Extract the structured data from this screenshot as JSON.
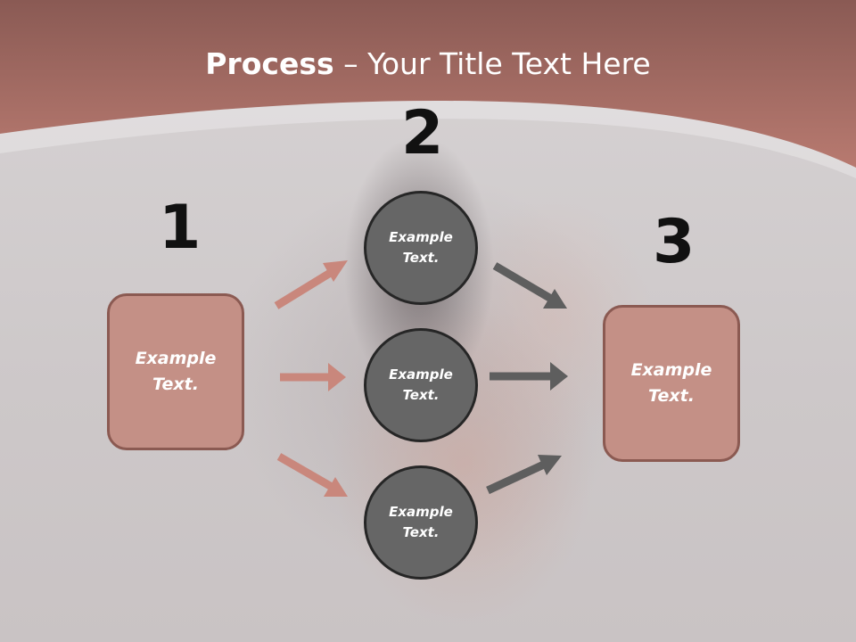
{
  "title": {
    "bold": "Process",
    "separator": " – ",
    "rest": "Your Title Text Here"
  },
  "steps": [
    {
      "number": "1",
      "text": "Example\nText."
    },
    {
      "number": "2",
      "items": [
        "Example\nText.",
        "Example\nText.",
        "Example\nText."
      ]
    },
    {
      "number": "3",
      "text": "Example\nText."
    }
  ],
  "colors": {
    "header": "#b07369",
    "box_fill": "#c49086",
    "box_border": "#8b5a52",
    "circle_fill": "#666666",
    "arrow_left": "#c9877c",
    "arrow_right": "#5e5e5e"
  }
}
